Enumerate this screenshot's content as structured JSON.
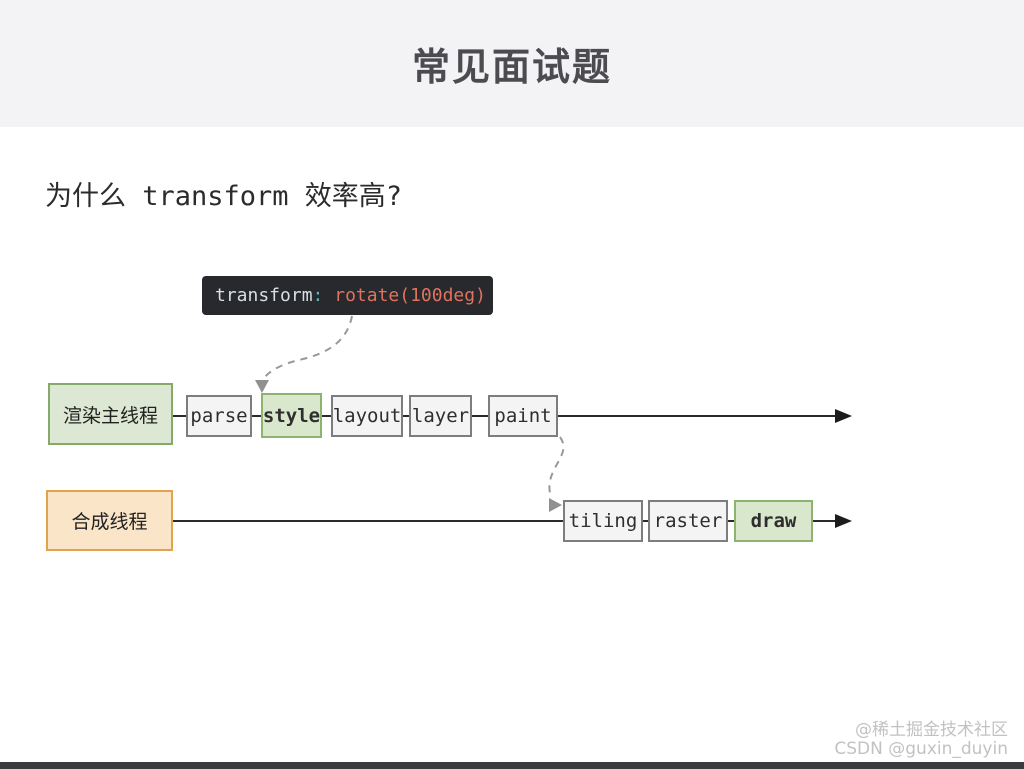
{
  "header": {
    "title": "常见面试题"
  },
  "question": "为什么 transform 效率高?",
  "code": {
    "property": "transform",
    "separator": ":",
    "value": " rotate(100deg)"
  },
  "diagram": {
    "main_thread": {
      "label": "渲染主线程",
      "steps": [
        {
          "label": "parse",
          "highlighted": false
        },
        {
          "label": "style",
          "highlighted": true
        },
        {
          "label": "layout",
          "highlighted": false
        },
        {
          "label": "layer",
          "highlighted": false
        },
        {
          "label": "paint",
          "highlighted": false
        }
      ]
    },
    "compositor_thread": {
      "label": "合成线程",
      "steps": [
        {
          "label": "tiling",
          "highlighted": false
        },
        {
          "label": "raster",
          "highlighted": false
        },
        {
          "label": "draw",
          "highlighted": true
        }
      ]
    }
  },
  "colors": {
    "header_background": "#f3f3f6",
    "code_background": "#27292d",
    "code_property": "#d8dee6",
    "code_colon": "#5fb3c2",
    "code_value": "#e0735f",
    "thread_green_bg": "#dce8d3",
    "thread_green_border": "#84a968",
    "thread_orange_bg": "#fbe5c8",
    "thread_orange_border": "#e0a34e",
    "highlight_bg": "#d9e7cd",
    "highlight_border": "#8db370",
    "bottom_bar": "#3a3b3f"
  },
  "watermark": {
    "line1": "@稀土掘金技术社区",
    "line2": "CSDN @guxin_duyin"
  }
}
